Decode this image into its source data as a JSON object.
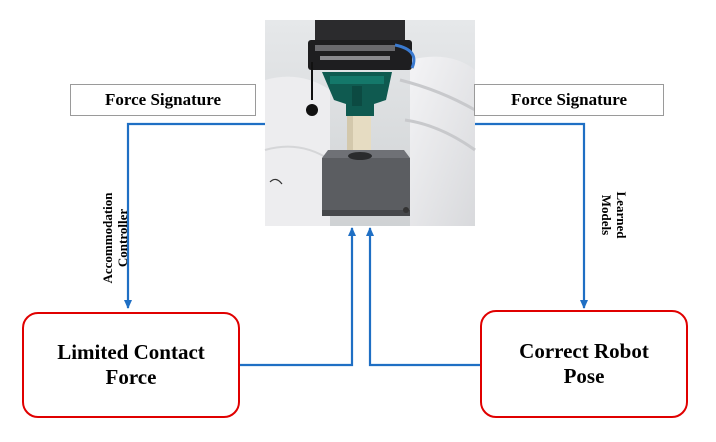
{
  "photo": {
    "icon": "robot-gripper-peg-in-hole-photo"
  },
  "labels": {
    "left_signature": "Force Signature",
    "right_signature": "Force Signature",
    "left_controller_line1": "Accommodation",
    "left_controller_line2": "Controller",
    "right_models_line1": "Learned",
    "right_models_line2": "Models"
  },
  "nodes": {
    "left_line1": "Limited Contact",
    "left_line2": "Force",
    "right_line1": "Correct Robot",
    "right_line2": "Pose"
  },
  "colors": {
    "arrow": "#1f6fc4",
    "node_border": "#e00000",
    "label_border": "#9a9a9a"
  }
}
